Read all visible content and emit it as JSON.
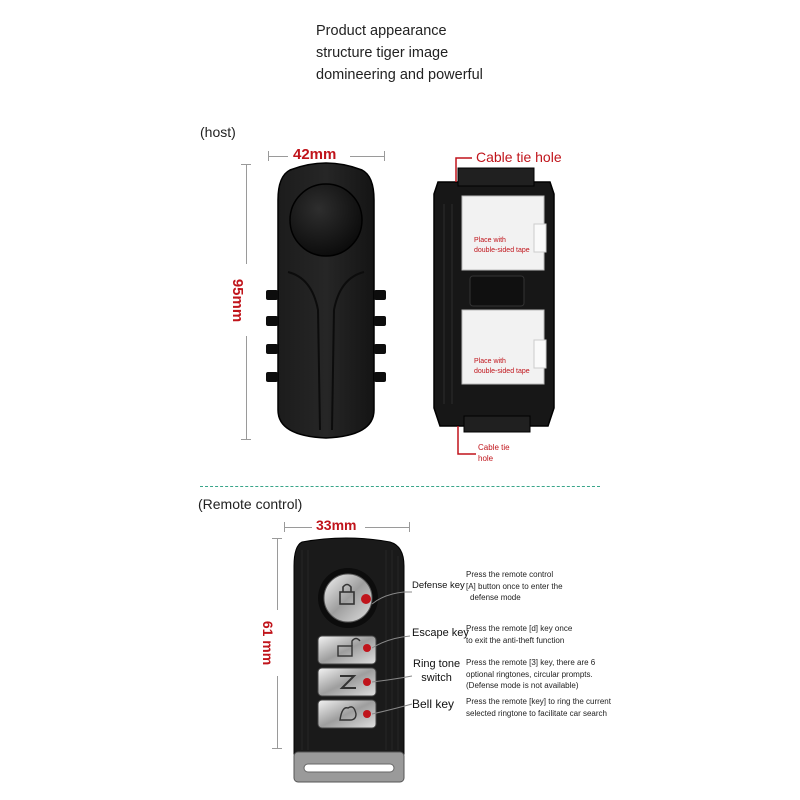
{
  "header": {
    "lines": [
      "Product appearance",
      "structure tiger image",
      "domineering and powerful"
    ]
  },
  "host": {
    "label": "(host)",
    "width_label": "42mm",
    "height_label": "95mm",
    "cable_tie_hole_top": "Cable tie hole",
    "cable_tie_hole_bottom": [
      "Cable tie",
      "hole"
    ],
    "tape_labels": [
      [
        "Place with",
        "double-sided tape"
      ],
      [
        "Place with",
        "double-sided tape"
      ]
    ]
  },
  "remote": {
    "label": "(Remote control)",
    "width_label": "33mm",
    "height_label": "61 mm",
    "keys": [
      {
        "name": [
          "Defense key"
        ],
        "desc": [
          "Press the remote control",
          "[A] button once to enter the",
          "defense mode"
        ]
      },
      {
        "name": [
          "Escape key"
        ],
        "desc": [
          "Press the remote [d] key once",
          "to exit the anti-theft function"
        ]
      },
      {
        "name": [
          "Ring tone",
          "switch"
        ],
        "desc": [
          "Press the remote [3] key, there are 6",
          "optional ringtones, circular prompts.",
          "(Defense mode is not available)"
        ]
      },
      {
        "name": [
          "Bell key"
        ],
        "desc": [
          "Press the remote [key] to ring the current",
          "selected ringtone to facilitate car search"
        ]
      }
    ]
  },
  "colors": {
    "accent_red": "#c0141b",
    "divider_green": "#3aa58a",
    "device_black": "#151515"
  }
}
